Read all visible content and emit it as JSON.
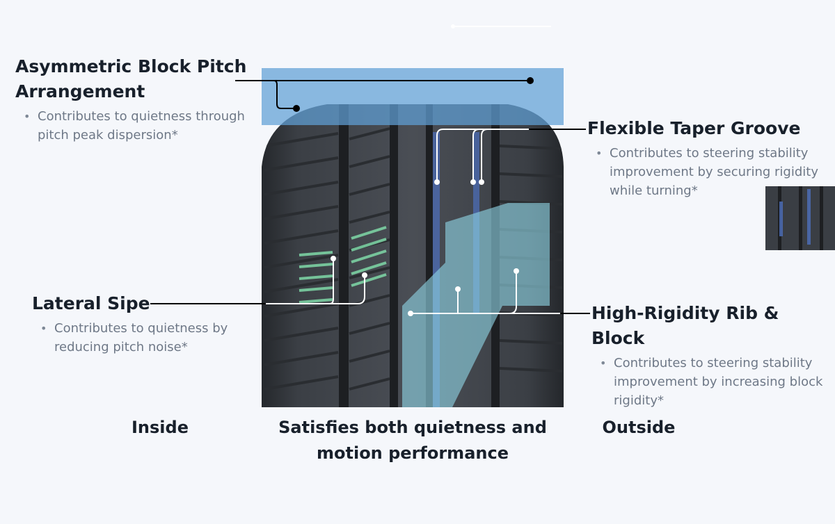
{
  "callouts": {
    "asymmetric": {
      "title": "Asymmetric Block Pitch Arrangement",
      "bullet": "Contributes to quietness through pitch peak dispersion*"
    },
    "flexible": {
      "title": "Flexible Taper Groove",
      "bullet": "Contributes to steering stability improvement by securing rigidity while turning*"
    },
    "lateral": {
      "title": "Lateral Sipe",
      "bullet": "Contributes to quietness by reducing pitch noise*"
    },
    "rigidity": {
      "title": "High-Rigidity Rib & Block",
      "bullet": "Contributes to steering stability improvement by increasing block rigidity*"
    }
  },
  "bottom": {
    "inside": "Inside",
    "center": "Satisfies both quietness and motion performance",
    "outside": "Outside"
  },
  "colors": {
    "highlight_blue": "#5f9fd6",
    "rib_cyan": "#8ed4e4",
    "sipe_green": "#7fd9a8",
    "tread_dark": "#3e4248",
    "heading": "#18202b",
    "body_text": "#6e7887"
  }
}
